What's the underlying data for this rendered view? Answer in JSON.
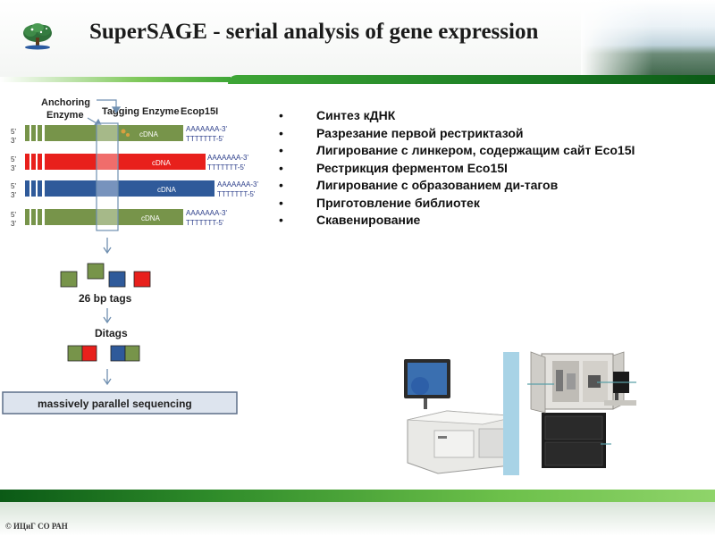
{
  "slide": {
    "title": "SuperSAGE - serial analysis of gene expression",
    "footer": "© ИЦиГ СО РАН",
    "colors": {
      "accent_green": "#2f8c2a",
      "strand_green": "#77944a",
      "strand_red": "#e8201c",
      "strand_blue": "#2f5a9a"
    }
  },
  "bullets": [
    "Синтез кДНК",
    "Разрезание первой рестриктазой",
    "Лигирование с линкером, содержащим сайт Eco15I",
    "Рестрикция ферментом Eco15I",
    "Лигирование с образованием ди-тагов",
    "Приготовление библиотек",
    "Скавенирование"
  ],
  "diagram": {
    "anchoring_enzyme": [
      "Anchoring",
      "Enzyme"
    ],
    "tagging_enzyme": "Tagging Enzyme",
    "tagging_enzyme_name": "Ecop15I",
    "strands": [
      {
        "color": "green",
        "left": "5'",
        "right": "3'",
        "cdna": "cDNA",
        "tail_top": "AAAAAAA-3'",
        "tail_bottom": "TTTTTTT-5'"
      },
      {
        "color": "red",
        "left": "5'",
        "right": "3'",
        "cdna": "cDNA",
        "tail_top": "AAAAAAA-3'",
        "tail_bottom": "TTTTTTT-5'"
      },
      {
        "color": "blue",
        "left": "5'",
        "right": "3'",
        "cdna": "cDNA",
        "tail_top": "AAAAAAA-3'",
        "tail_bottom": "TTTTTTT-5'"
      },
      {
        "color": "green",
        "left": "5'",
        "right": "3'",
        "cdna": "cDNA",
        "tail_top": "AAAAAAA-3'",
        "tail_bottom": "TTTTTTT-5'"
      }
    ],
    "tags_label": "26 bp tags",
    "ditags_label": "Ditags",
    "sequencing_label": "massively parallel sequencing"
  }
}
